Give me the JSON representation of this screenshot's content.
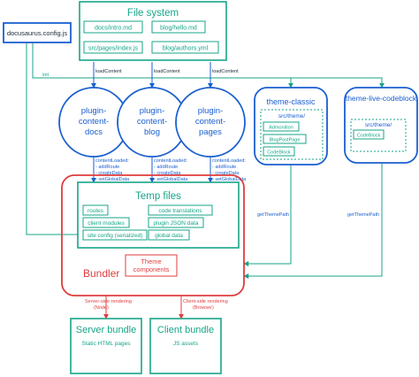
{
  "filesystem": {
    "title": "File system",
    "files": [
      "docs/intro.md",
      "blog/hello.md",
      "src/pages/index.js",
      "blog/authors.yml"
    ]
  },
  "config": {
    "label": "docusaurus.config.js"
  },
  "init_label": "init",
  "load_content_label": "loadContent",
  "plugins": [
    {
      "lines": [
        "plugin-",
        "content-",
        "docs"
      ]
    },
    {
      "lines": [
        "plugin-",
        "content-",
        "blog"
      ]
    },
    {
      "lines": [
        "plugin-",
        "content-",
        "pages"
      ]
    }
  ],
  "content_loaded": {
    "lines": [
      "contentLoaded:",
      "- addRoute",
      "- createData",
      "- setGlobalData"
    ]
  },
  "themes": [
    {
      "title": "theme-classic",
      "dir": "src/theme/",
      "components": [
        "Admonition",
        "BlogPostPage",
        "CodeBlock"
      ]
    },
    {
      "title": "theme-live-codeblock",
      "dir": "src/theme/",
      "components": [
        "CodeBlock"
      ]
    }
  ],
  "get_theme_path_label": "getThemePath",
  "temp_files": {
    "title": "Temp files",
    "items": [
      "routes",
      "code translations",
      "client modules",
      "plugin JSON data",
      "site config (serialized)",
      "global data"
    ]
  },
  "bundler": {
    "label": "Bundler",
    "theme_components": [
      "Theme",
      "components"
    ]
  },
  "server_rendering_label": [
    "Server-side rendering",
    "(Node)"
  ],
  "client_rendering_label": [
    "Client-side rendering",
    "(Browser)"
  ],
  "server_bundle": {
    "title": "Server bundle",
    "subtitle": "Static HTML pages"
  },
  "client_bundle": {
    "title": "Client bundle",
    "subtitle": "JS assets"
  }
}
